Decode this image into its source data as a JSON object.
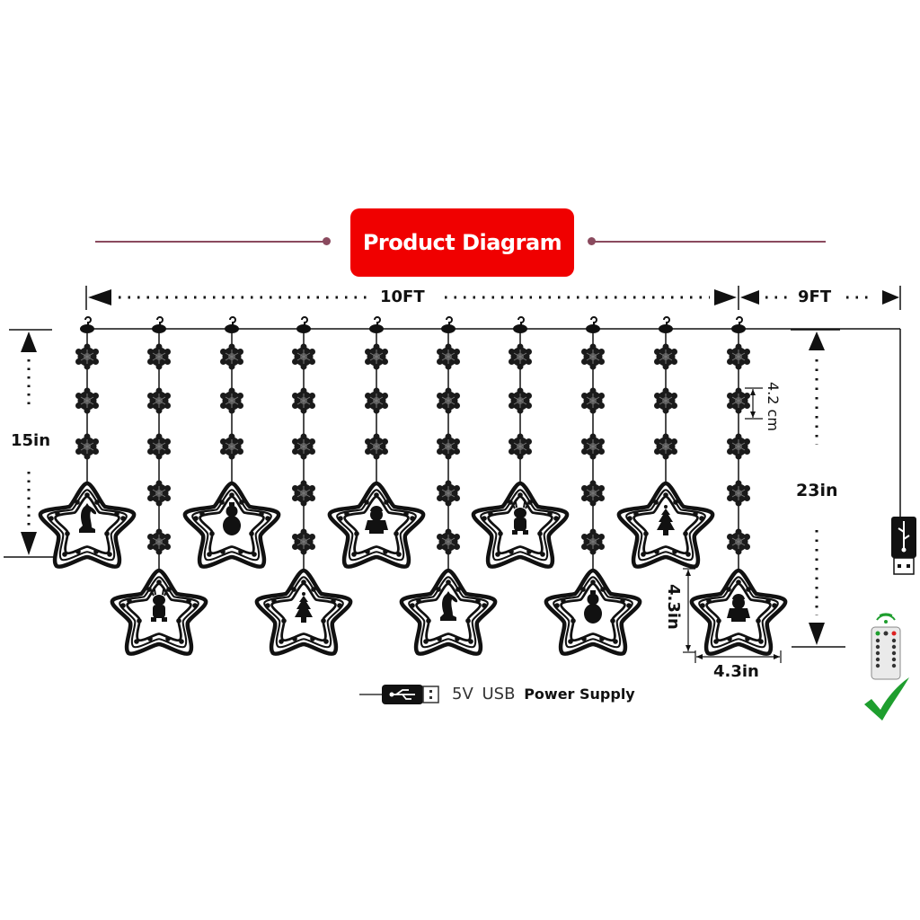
{
  "header": {
    "title": "Product Diagram",
    "badge_color": "#f00000",
    "line_color": "#8a4a5e"
  },
  "dimensions": {
    "width_main": "10FT",
    "width_lead": "9FT",
    "short_strand_height": "15in",
    "long_strand_height": "23in",
    "snowflake_spacing": "4.2 cm",
    "star_height": "4.3in",
    "star_width": "4.3in"
  },
  "strands": [
    {
      "index": 1,
      "length": "short",
      "snowflakes": 3,
      "figure": "horse"
    },
    {
      "index": 2,
      "length": "long",
      "snowflakes": 5,
      "figure": "reindeer"
    },
    {
      "index": 3,
      "length": "short",
      "snowflakes": 3,
      "figure": "snowman"
    },
    {
      "index": 4,
      "length": "long",
      "snowflakes": 5,
      "figure": "christmas-tree"
    },
    {
      "index": 5,
      "length": "short",
      "snowflakes": 3,
      "figure": "santa"
    },
    {
      "index": 6,
      "length": "long",
      "snowflakes": 5,
      "figure": "horse"
    },
    {
      "index": 7,
      "length": "short",
      "snowflakes": 3,
      "figure": "reindeer"
    },
    {
      "index": 8,
      "length": "long",
      "snowflakes": 5,
      "figure": "snowman"
    },
    {
      "index": 9,
      "length": "short",
      "snowflakes": 3,
      "figure": "christmas-tree"
    },
    {
      "index": 10,
      "length": "long",
      "snowflakes": 5,
      "figure": "santa"
    }
  ],
  "power": {
    "voltage": "5V",
    "type": "USB",
    "label": "Power Supply",
    "icons": [
      "usb-plug-icon",
      "remote-control-icon",
      "checkmark-icon"
    ],
    "check_color": "#1e9e2e",
    "signal_color": "#1e9e2e"
  }
}
